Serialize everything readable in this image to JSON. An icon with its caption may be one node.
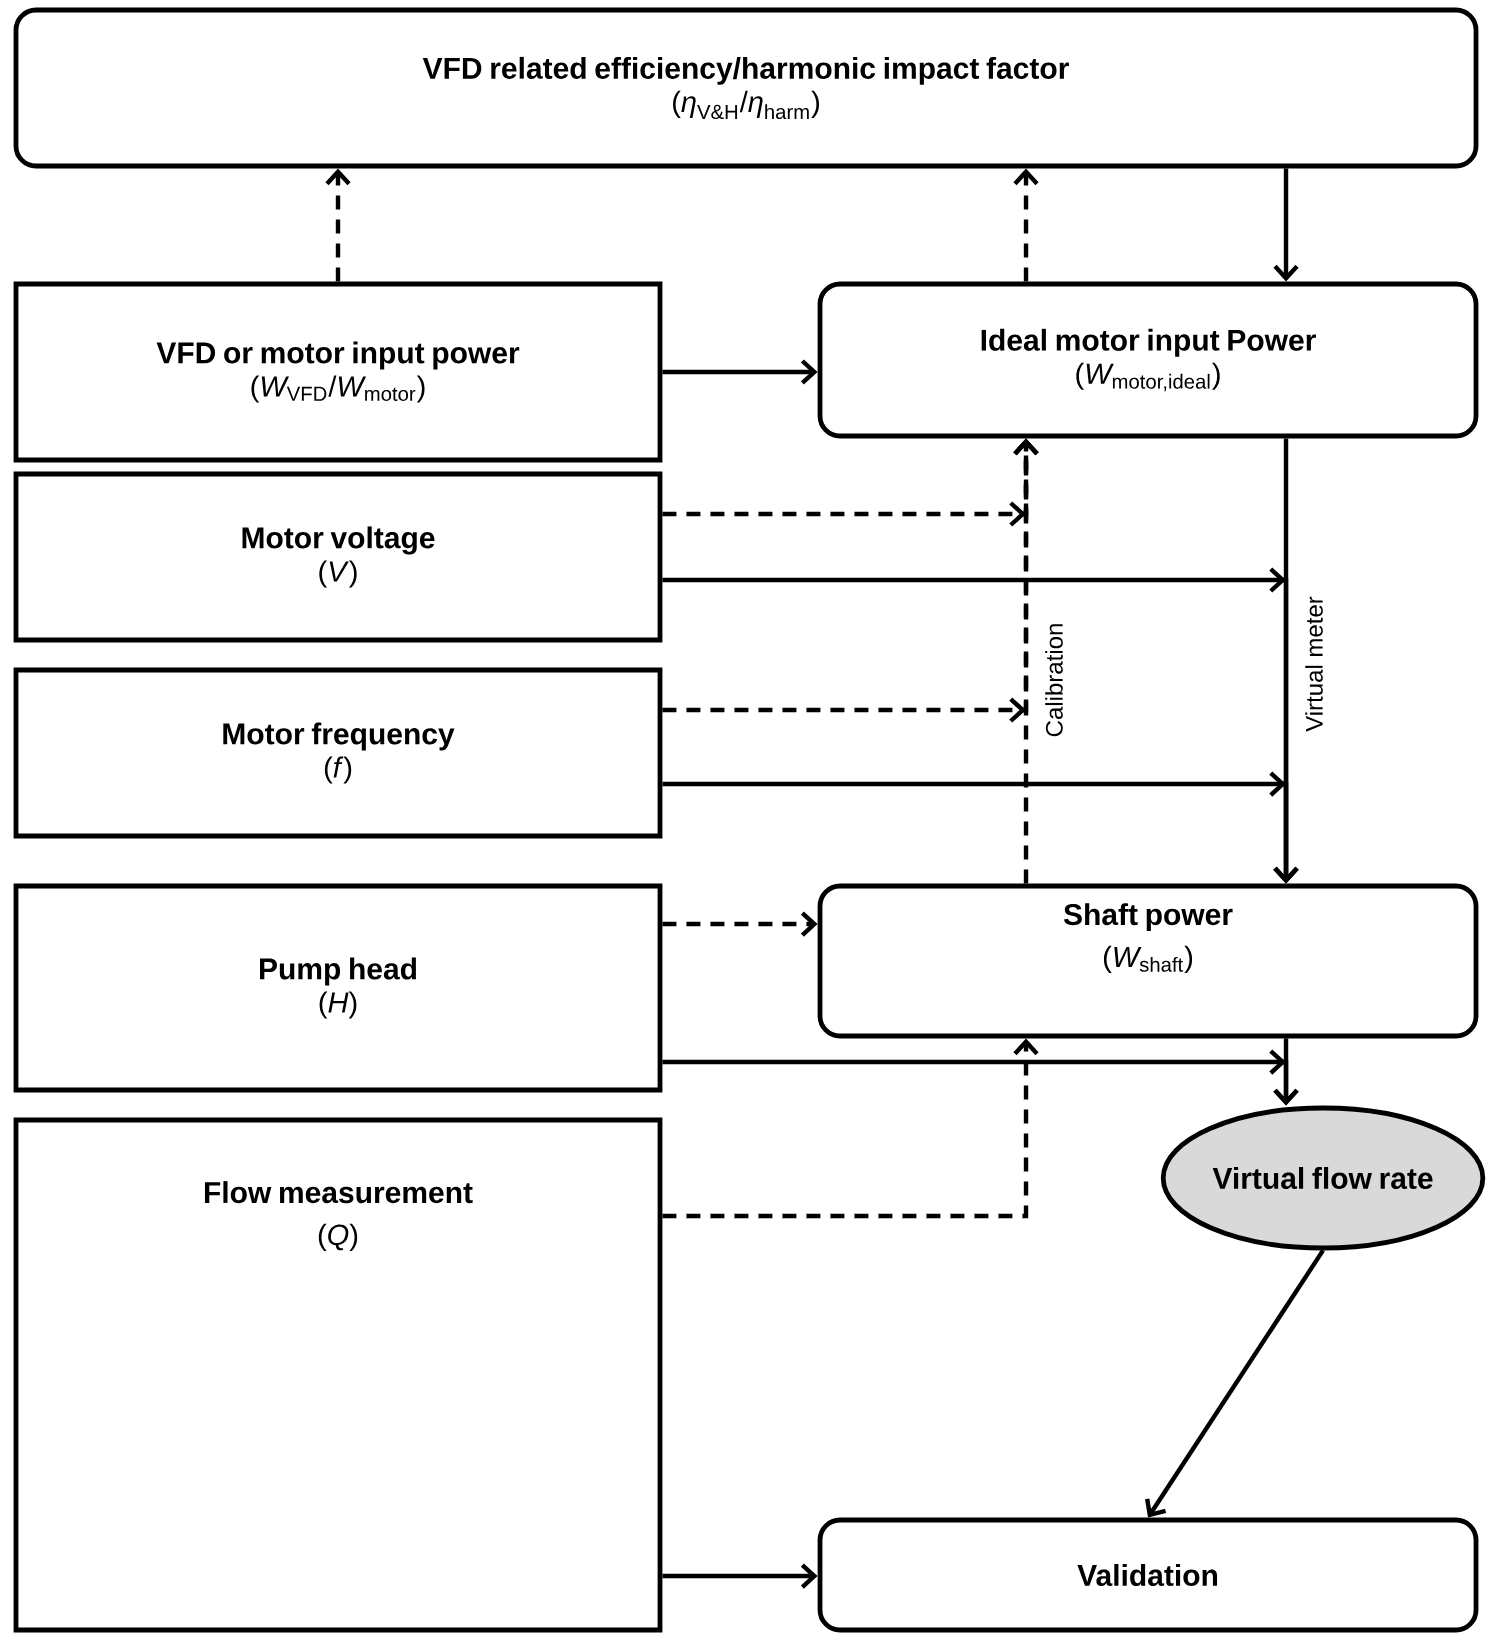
{
  "diagram": {
    "nodes": [
      {
        "text": [
          "VFD related efficiency/harmonic impact factor",
          "\\text{(}\\textit{η}_{\\text{V\\&H}}\\text{/}\\textit{η}_{\\text{harm}}\\text{)}"
        ]
      },
      {
        "text": [
          "VFD or motor input power",
          "\\text{(}\\textit{W}_{\\text{VFD}}\\text{/}\\textit{W}_{\\text{motor}}\\text{)}"
        ]
      },
      {
        "text": [
          "Ideal motor input Power",
          "\\text{(}\\textit{W}_{\\text{motor,ideal}}\\text{)}"
        ]
      },
      {
        "text": [
          "Motor voltage",
          "(*V*)"
        ]
      },
      {
        "text": [
          "Motor frequency",
          "(*f*)"
        ]
      },
      {
        "text": [
          "Shaft power",
          "\\text{(}\\textit{W}_{\\text{shaft}}\\text{)}"
        ]
      },
      {
        "text": [
          "Pump head",
          "(*H*)"
        ]
      },
      {
        "text": [
          "Virtual flow rate"
        ]
      },
      {
        "text": [
          "Flow measurement",
          "(*Q*)"
        ]
      },
      {
        "text": [
          "Validation"
        ]
      }
    ],
    "edges": [
      {
        "from": 1,
        "to": 0,
        "arrow": "to",
        "style": "dashed"
      },
      {
        "from": 2,
        "to": 0,
        "arrow": "to",
        "style": "dashed"
      },
      {
        "from": 0,
        "to": 2,
        "arrow": "to"
      },
      {
        "from": 1,
        "to": 2,
        "arrow": "to"
      },
      {
        "from": 3,
        "to": 2,
        "arrow": "to",
        "style": "dashed"
      },
      {
        "from": 3,
        "to": 5,
        "arrow": "to"
      },
      {
        "from": 4,
        "to": 2,
        "arrow": "to",
        "style": "dashed"
      },
      {
        "from": 4,
        "to": 5,
        "arrow": "to"
      },
      {
        "from": 2,
        "to": 5,
        "arrow": "to",
        "label": "Virtual meter"
      },
      {
        "from": 5,
        "to": 2,
        "arrow": "to",
        "style": "dashed",
        "label": "Calibration"
      },
      {
        "from": 6,
        "to": 5,
        "arrow": "to",
        "style": "dashed"
      },
      {
        "from": 6,
        "to": 7,
        "arrow": "to"
      },
      {
        "from": 5,
        "to": 7,
        "arrow": "to"
      },
      {
        "from": 8,
        "to": 5,
        "arrow": "to",
        "style": "dashed"
      },
      {
        "from": 8,
        "to": 9,
        "arrow": "to"
      },
      {
        "from": 7,
        "to": 9,
        "arrow": "to"
      }
    ]
  }
}
